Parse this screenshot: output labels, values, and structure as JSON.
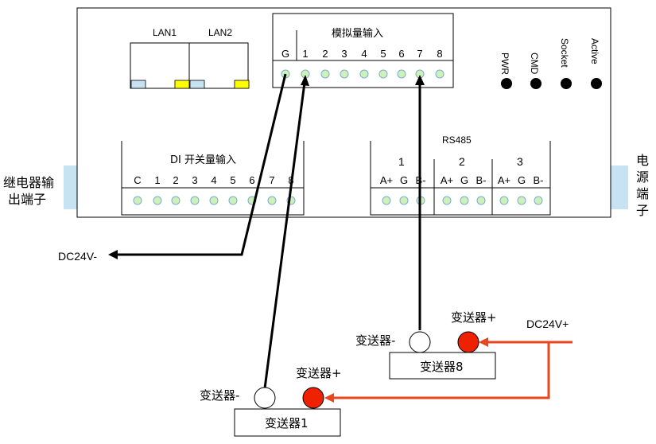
{
  "device": {
    "lan_labels": [
      "LAN1",
      "LAN2"
    ],
    "analog": {
      "title": "模拟量输入",
      "terminals": [
        "G",
        "1",
        "2",
        "3",
        "4",
        "5",
        "6",
        "7",
        "8"
      ]
    },
    "indicators": [
      "PWR",
      "CMD",
      "Socket",
      "Active"
    ],
    "di": {
      "title": "DI 开关量输入",
      "terminals": [
        "C",
        "1",
        "2",
        "3",
        "4",
        "5",
        "6",
        "7",
        "8"
      ]
    },
    "rs485": {
      "title": "RS485",
      "groups": [
        {
          "number": "1",
          "pins": [
            "A+",
            "G",
            "B-"
          ]
        },
        {
          "number": "2",
          "pins": [
            "A+",
            "G",
            "B-"
          ]
        },
        {
          "number": "3",
          "pins": [
            "A+",
            "G",
            "B-"
          ]
        }
      ]
    },
    "relay_label": [
      "继电器输",
      "出端子"
    ],
    "power_label": [
      "电",
      "源",
      "端",
      "子"
    ]
  },
  "wiring": {
    "dc_minus": "DC24V-",
    "dc_plus": "DC24V+",
    "transmitters": [
      {
        "name": "变送器8",
        "minus_label": "变送器-",
        "plus_label": "变送器+"
      },
      {
        "name": "变送器1",
        "minus_label": "变送器-",
        "plus_label": "变送器+"
      }
    ]
  },
  "colors": {
    "port_blue": "#C6E2F2",
    "port_yellow": "#FFFF00",
    "terminal_fill": "#CCF2B8",
    "terminal_stroke": "#7FA8D6",
    "plus_terminal": "#EE2200",
    "plus_wire": "#E8461E",
    "side_connector": "#C7E3F3"
  }
}
